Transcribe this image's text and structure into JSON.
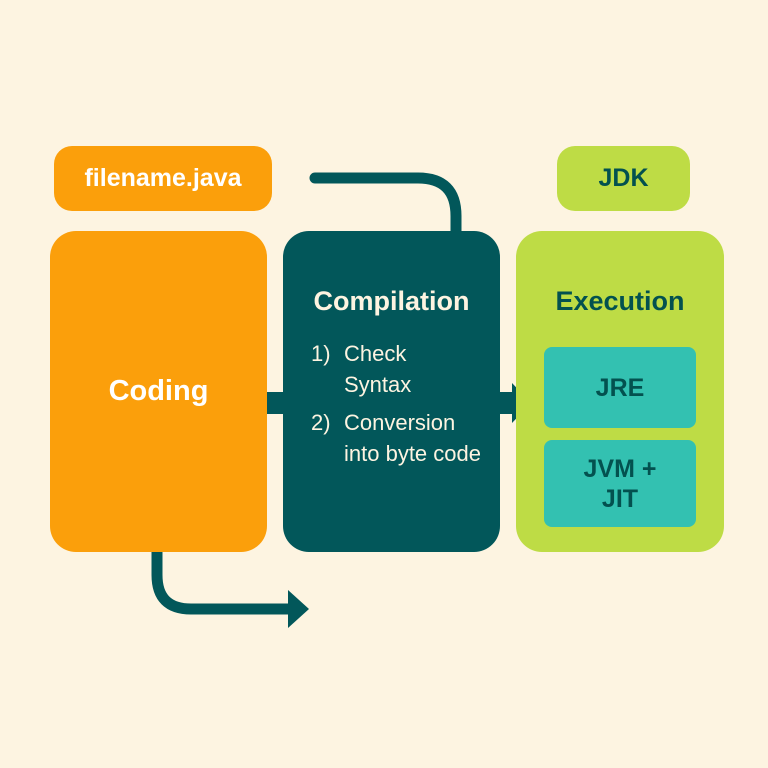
{
  "diagram": {
    "title_pills": {
      "filename": "filename.java",
      "jdk": "JDK"
    },
    "stages": {
      "coding": {
        "label": "Coding"
      },
      "compilation": {
        "title": "Compilation",
        "steps": [
          {
            "num": "1)",
            "text": "Check Syntax"
          },
          {
            "num": "2)",
            "text": "Conversion into byte code"
          }
        ]
      },
      "execution": {
        "title": "Execution",
        "components": [
          {
            "label": "JRE"
          },
          {
            "label_line1": "JVM +",
            "label_line2": "JIT"
          }
        ]
      }
    },
    "colors": {
      "background": "#FDF4E1",
      "orange": "#FB9F0B",
      "dark_teal": "#02575A",
      "lime": "#BEDC45",
      "turquoise": "#33C1B1",
      "text_dark": "#03514F",
      "text_light": "#FFFFFF"
    }
  }
}
